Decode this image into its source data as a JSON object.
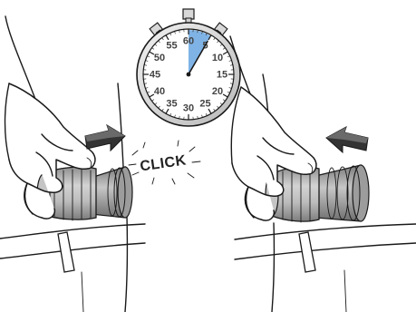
{
  "stopwatch": {
    "dial_numbers": [
      "60",
      "5",
      "10",
      "15",
      "20",
      "25",
      "30",
      "35",
      "40",
      "45",
      "50",
      "55"
    ],
    "elapsed_seconds": 5,
    "highlight_color": "#7fb3e6"
  },
  "click_label": "CLICK",
  "colors": {
    "ink": "#1a1a1a",
    "skin": "#ffffff",
    "device_gray": "#a9a9a9",
    "arrow_dark": "#333333"
  },
  "steps": [
    {
      "hand": "left-hand",
      "arrow_direction": "right"
    },
    {
      "hand": "right-hand",
      "arrow_direction": "left"
    }
  ]
}
